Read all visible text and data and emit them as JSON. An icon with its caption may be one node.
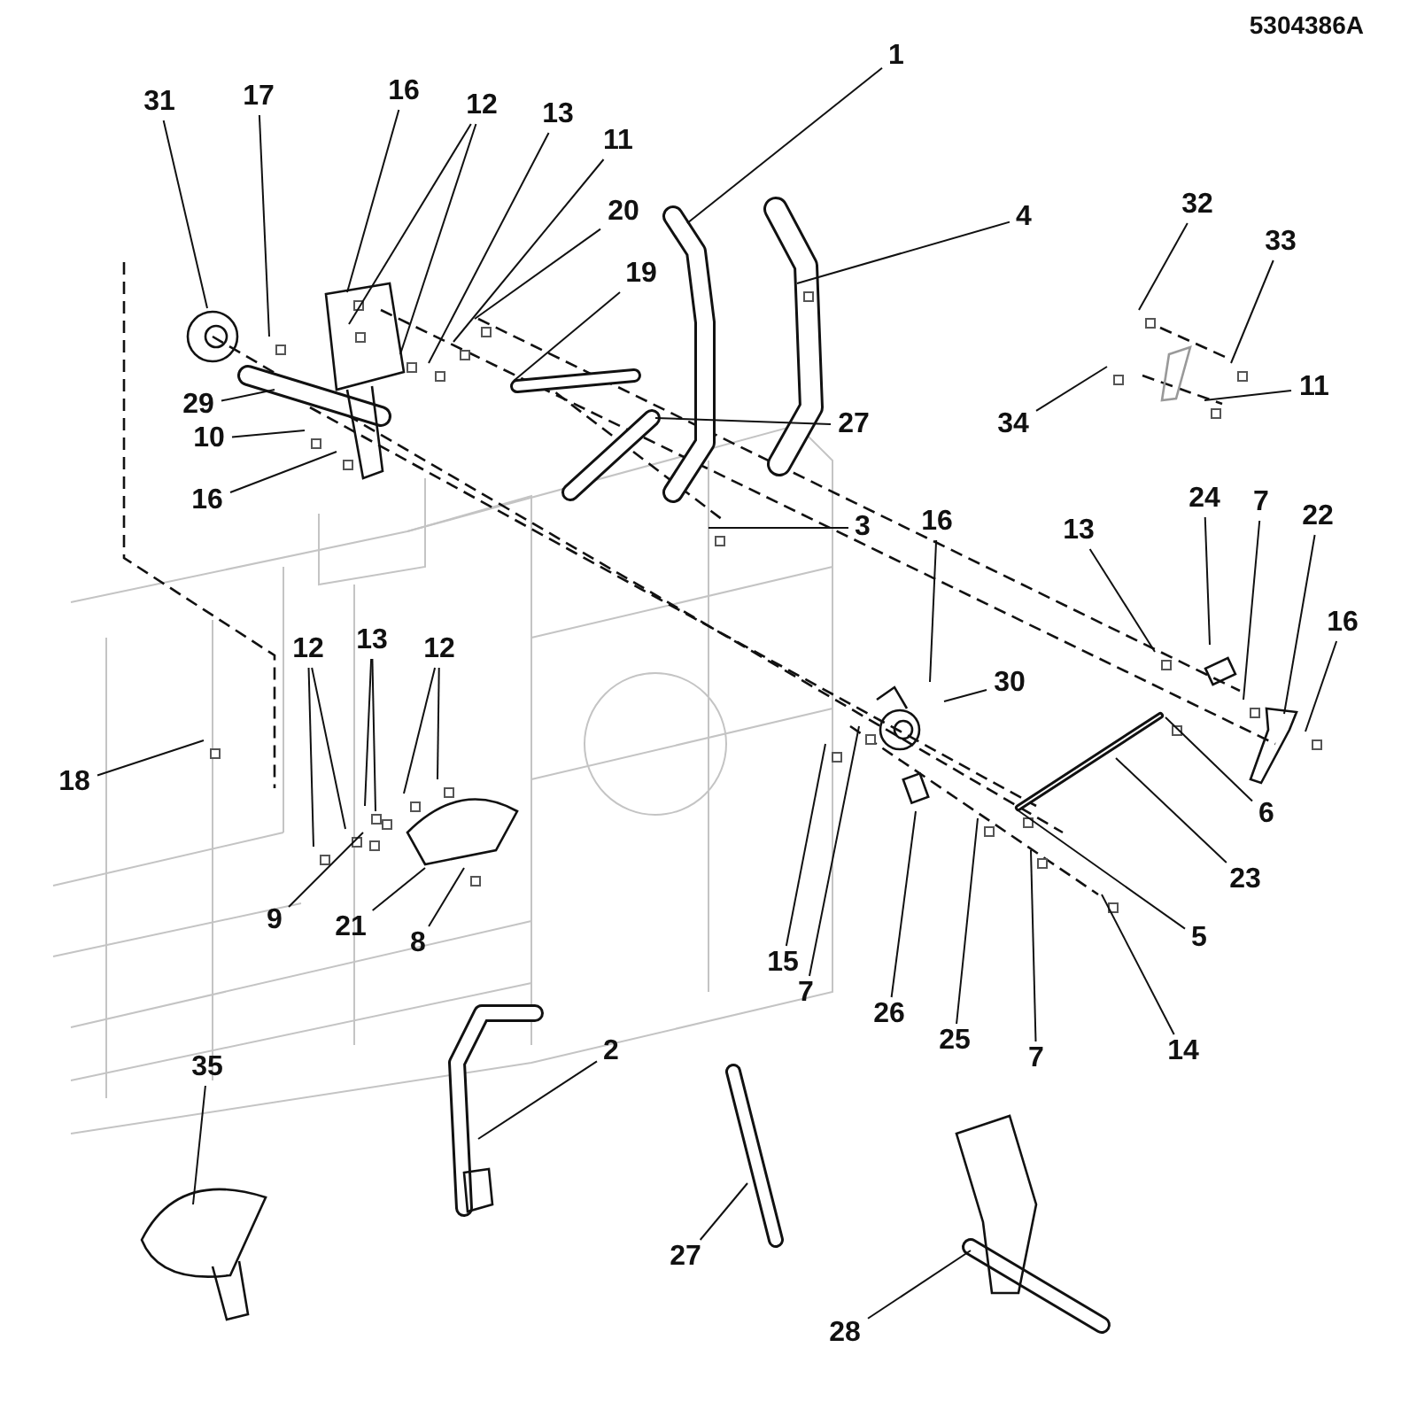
{
  "diagram": {
    "nodes": [
      {
        "text": [
          "1"
        ]
      },
      {
        "text": [
          "31"
        ]
      },
      {
        "text": [
          "17"
        ]
      },
      {
        "text": [
          "16"
        ]
      },
      {
        "text": [
          "12"
        ]
      },
      {
        "text": [
          "13"
        ]
      },
      {
        "text": [
          "11"
        ]
      },
      {
        "text": [
          "32"
        ]
      },
      {
        "text": [
          "20"
        ]
      },
      {
        "text": [
          "4"
        ]
      },
      {
        "text": [
          "33"
        ]
      },
      {
        "text": [
          "19"
        ]
      },
      {
        "text": [
          "11"
        ]
      },
      {
        "text": [
          "34"
        ]
      },
      {
        "text": [
          "29"
        ]
      },
      {
        "text": [
          "27"
        ]
      },
      {
        "text": [
          "10"
        ]
      },
      {
        "text": [
          "16"
        ]
      },
      {
        "text": [
          "24"
        ]
      },
      {
        "text": [
          "7"
        ]
      },
      {
        "text": [
          "22"
        ]
      },
      {
        "text": [
          "3"
        ]
      },
      {
        "text": [
          "16"
        ]
      },
      {
        "text": [
          "13"
        ]
      },
      {
        "text": [
          "16"
        ]
      },
      {
        "text": [
          "12"
        ]
      },
      {
        "text": [
          "13"
        ]
      },
      {
        "text": [
          "12"
        ]
      },
      {
        "text": [
          "30"
        ]
      },
      {
        "text": [
          "18"
        ]
      },
      {
        "text": [
          "6"
        ]
      },
      {
        "text": [
          "23"
        ]
      },
      {
        "text": [
          "9"
        ]
      },
      {
        "text": [
          "21"
        ]
      },
      {
        "text": [
          "5"
        ]
      },
      {
        "text": [
          "8"
        ]
      },
      {
        "text": [
          "15"
        ]
      },
      {
        "text": [
          "7"
        ]
      },
      {
        "text": [
          "26"
        ]
      },
      {
        "text": [
          "25"
        ]
      },
      {
        "text": [
          "2"
        ]
      },
      {
        "text": [
          "14"
        ]
      },
      {
        "text": [
          "7"
        ]
      },
      {
        "text": [
          "35"
        ]
      },
      {
        "text": [
          "27"
        ]
      },
      {
        "text": [
          "28"
        ]
      }
    ],
    "edges": [
      {
        "from": 0,
        "to": null,
        "arrow": "none"
      },
      {
        "from": 1,
        "to": null,
        "arrow": "none"
      },
      {
        "from": 2,
        "to": null,
        "arrow": "none"
      },
      {
        "from": 3,
        "to": null,
        "arrow": "none"
      },
      {
        "from": 4,
        "to": null,
        "arrow": "none"
      },
      {
        "from": 4,
        "to": null,
        "arrow": "none"
      },
      {
        "from": 5,
        "to": null,
        "arrow": "none"
      },
      {
        "from": 6,
        "to": null,
        "arrow": "none"
      },
      {
        "from": 7,
        "to": null,
        "arrow": "none"
      },
      {
        "from": 8,
        "to": null,
        "arrow": "none"
      },
      {
        "from": 9,
        "to": null,
        "arrow": "none"
      },
      {
        "from": 10,
        "to": null,
        "arrow": "none"
      },
      {
        "from": 11,
        "to": null,
        "arrow": "none"
      },
      {
        "from": 12,
        "to": null,
        "arrow": "none"
      },
      {
        "from": 13,
        "to": null,
        "arrow": "none"
      },
      {
        "from": 14,
        "to": null,
        "arrow": "none"
      },
      {
        "from": 15,
        "to": null,
        "arrow": "none"
      },
      {
        "from": 16,
        "to": null,
        "arrow": "none"
      },
      {
        "from": 17,
        "to": null,
        "arrow": "none"
      },
      {
        "from": 18,
        "to": null,
        "arrow": "none"
      },
      {
        "from": 19,
        "to": null,
        "arrow": "none"
      },
      {
        "from": 20,
        "to": null,
        "arrow": "none"
      },
      {
        "from": 21,
        "to": null,
        "arrow": "none"
      },
      {
        "from": 22,
        "to": null,
        "arrow": "none"
      },
      {
        "from": 23,
        "to": null,
        "arrow": "none"
      },
      {
        "from": 24,
        "to": null,
        "arrow": "none"
      },
      {
        "from": 25,
        "to": null,
        "arrow": "none"
      },
      {
        "from": 25,
        "to": null,
        "arrow": "none"
      },
      {
        "from": 26,
        "to": null,
        "arrow": "none"
      },
      {
        "from": 26,
        "to": null,
        "arrow": "none"
      },
      {
        "from": 27,
        "to": null,
        "arrow": "none"
      },
      {
        "from": 27,
        "to": null,
        "arrow": "none"
      },
      {
        "from": 28,
        "to": null,
        "arrow": "none"
      },
      {
        "from": 29,
        "to": null,
        "arrow": "none"
      },
      {
        "from": 30,
        "to": null,
        "arrow": "none"
      },
      {
        "from": 31,
        "to": null,
        "arrow": "none"
      },
      {
        "from": 32,
        "to": null,
        "arrow": "none"
      },
      {
        "from": 33,
        "to": null,
        "arrow": "none"
      },
      {
        "from": 34,
        "to": null,
        "arrow": "none"
      },
      {
        "from": 35,
        "to": null,
        "arrow": "none"
      },
      {
        "from": 36,
        "to": null,
        "arrow": "none"
      },
      {
        "from": 37,
        "to": null,
        "arrow": "none"
      },
      {
        "from": 38,
        "to": null,
        "arrow": "none"
      },
      {
        "from": 39,
        "to": null,
        "arrow": "none"
      },
      {
        "from": 40,
        "to": null,
        "arrow": "none"
      },
      {
        "from": 41,
        "to": null,
        "arrow": "none"
      },
      {
        "from": 42,
        "to": null,
        "arrow": "none"
      },
      {
        "from": 43,
        "to": null,
        "arrow": "none"
      },
      {
        "from": 44,
        "to": null,
        "arrow": "none"
      },
      {
        "from": 45,
        "to": null,
        "arrow": "none"
      }
    ],
    "labels": [
      "5304386A"
    ]
  }
}
